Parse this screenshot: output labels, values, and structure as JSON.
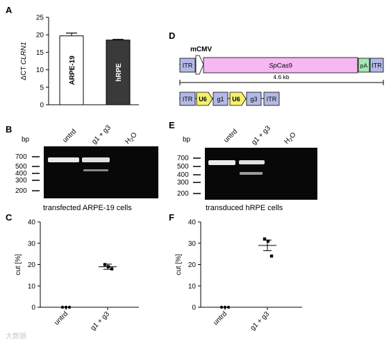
{
  "panels": {
    "A": "A",
    "B": "B",
    "C": "C",
    "D": "D",
    "E": "E",
    "F": "F"
  },
  "chart_data": [
    {
      "id": "A",
      "type": "bar",
      "categories": [
        "ARPE-19",
        "hRPE"
      ],
      "values": [
        19.7,
        18.5
      ],
      "errors": [
        0.8,
        0.2
      ],
      "colors": [
        "#ffffff",
        "#3a3a3a"
      ],
      "label_colors": [
        "#000000",
        "#ffffff"
      ],
      "ylabel_prefix": "ΔCT ",
      "ylabel_gene": "CLRN1",
      "ylim": [
        0,
        25
      ],
      "yticks": [
        0,
        5,
        10,
        15,
        20,
        25
      ],
      "grid": false
    },
    {
      "id": "C",
      "type": "scatter",
      "categories": [
        "untrd",
        "g1 + g3"
      ],
      "points": [
        [
          0,
          0,
          0
        ],
        [
          20,
          19,
          18
        ]
      ],
      "means": [
        0,
        19
      ],
      "errors": [
        0,
        1.2
      ],
      "ylabel": "cut  [%]",
      "ylim": [
        0,
        40
      ],
      "yticks": [
        0,
        10,
        20,
        30,
        40
      ],
      "grid": false
    },
    {
      "id": "F",
      "type": "scatter",
      "categories": [
        "untrd",
        "g1 + g3"
      ],
      "points": [
        [
          0,
          0,
          0
        ],
        [
          32,
          31,
          24
        ]
      ],
      "means": [
        0,
        29
      ],
      "errors": [
        0,
        2.5
      ],
      "ylabel": "cut  [%]",
      "ylim": [
        0,
        40
      ],
      "yticks": [
        0,
        10,
        20,
        30,
        40
      ],
      "grid": false
    }
  ],
  "gels": {
    "B": {
      "bp_label": "bp",
      "ladder": [
        "700",
        "500",
        "400",
        "300",
        "200"
      ],
      "lanes": [
        "untrd",
        "g1 + g3",
        "H",
        "2",
        "O"
      ],
      "caption": "transfected ARPE-19 cells"
    },
    "E": {
      "bp_label": "bp",
      "ladder": [
        "700",
        "500",
        "400",
        "300",
        "200"
      ],
      "lanes": [
        "untrd",
        "g1 + g3",
        "H",
        "2",
        "O"
      ],
      "caption": "transduced hRPE cells"
    }
  },
  "construct": {
    "promoter": "mCMV",
    "itr": "ITR",
    "cas9_prefix": "Sp",
    "cas9_suffix": "Cas9",
    "pa": "pA",
    "size": "4.6 kb",
    "u6": "U6",
    "g1": "g1",
    "g3": "g3"
  },
  "watermark": "大数据"
}
